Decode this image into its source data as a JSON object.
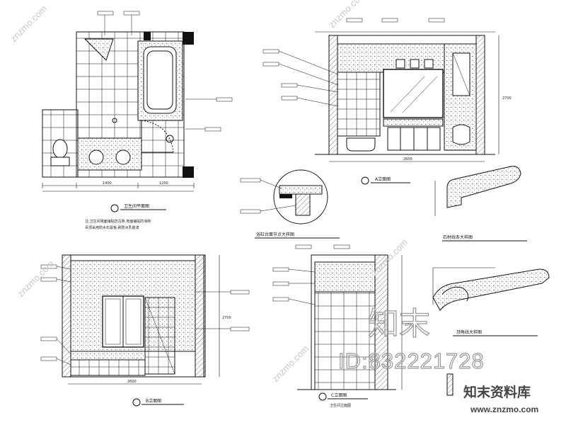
{
  "drawing": {
    "plan_caption": "卫生间平面图",
    "plan_dims": [
      "1400",
      "1200"
    ],
    "plan_notes": [
      "注:卫生间墙面铺贴仿古砖,地面铺贴防滑砖",
      "吊顶采用防水石膏板,刷防水乳胶漆"
    ],
    "elev_a": {
      "caption": "A立面图",
      "width": "2600",
      "height": "2700"
    },
    "elev_b": {
      "caption": "B立面图",
      "width": "2600",
      "height": "2700"
    },
    "elev_c": {
      "caption": "C立面图",
      "sub": "卫生间立面图",
      "height": "2700"
    },
    "detail_1": {
      "caption": "浴缸台面节点大样图"
    },
    "detail_2": {
      "caption": "石材线条大样图"
    },
    "detail_3": {
      "caption": "顶角线大样图"
    }
  },
  "watermark": {
    "id_text": "ID:832221728",
    "big_text": "知末",
    "diag_text": "znzmo.com"
  },
  "brand": {
    "name": "知末资料库",
    "url": "www.znzmo.com"
  },
  "colors": {
    "line": "#111111",
    "wall_fill": "#111111",
    "hatch": "#555555",
    "watermark": "#9a9a9a"
  }
}
